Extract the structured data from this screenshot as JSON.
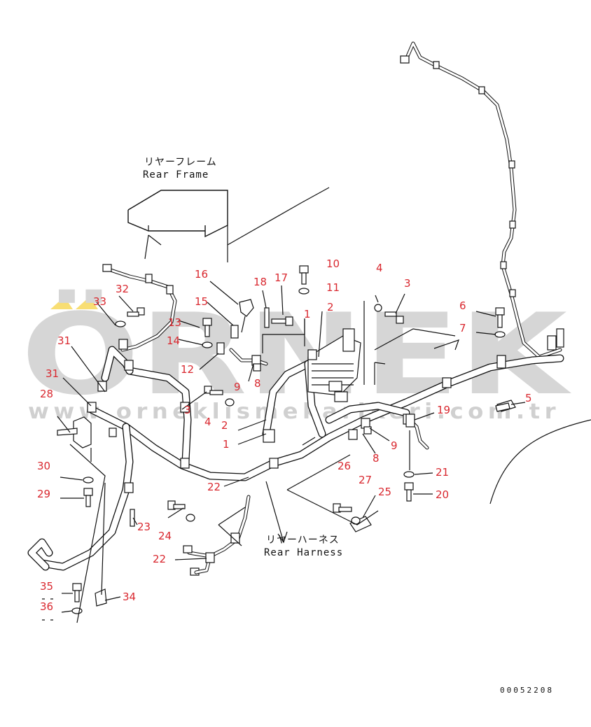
{
  "labels": {
    "rear_frame_jp": "リヤーフレーム",
    "rear_frame_en": "Rear Frame",
    "rear_harness_jp": "リヤーハーネス",
    "rear_harness_en": "Rear Harness",
    "drawing_code": "00052208"
  },
  "watermark": {
    "brand": "ÖRNEK",
    "url": "www.orneklismekarikeri.com.tr"
  },
  "callouts": [
    {
      "id": "c1",
      "text": "1"
    },
    {
      "id": "c1b",
      "text": "1"
    },
    {
      "id": "c2",
      "text": "2"
    },
    {
      "id": "c2b",
      "text": "2"
    },
    {
      "id": "c3",
      "text": "3"
    },
    {
      "id": "c3b",
      "text": "3"
    },
    {
      "id": "c4",
      "text": "4"
    },
    {
      "id": "c4b",
      "text": "4"
    },
    {
      "id": "c5",
      "text": "5"
    },
    {
      "id": "c6",
      "text": "6"
    },
    {
      "id": "c7",
      "text": "7"
    },
    {
      "id": "c8",
      "text": "8"
    },
    {
      "id": "c8b",
      "text": "8"
    },
    {
      "id": "c9",
      "text": "9"
    },
    {
      "id": "c9b",
      "text": "9"
    },
    {
      "id": "c10",
      "text": "10"
    },
    {
      "id": "c11",
      "text": "11"
    },
    {
      "id": "c12",
      "text": "12"
    },
    {
      "id": "c13",
      "text": "13"
    },
    {
      "id": "c14",
      "text": "14"
    },
    {
      "id": "c15",
      "text": "15"
    },
    {
      "id": "c16",
      "text": "16"
    },
    {
      "id": "c17",
      "text": "17"
    },
    {
      "id": "c18",
      "text": "18"
    },
    {
      "id": "c19",
      "text": "19"
    },
    {
      "id": "c20",
      "text": "20"
    },
    {
      "id": "c21",
      "text": "21"
    },
    {
      "id": "c22",
      "text": "22"
    },
    {
      "id": "c22b",
      "text": "22"
    },
    {
      "id": "c23",
      "text": "23"
    },
    {
      "id": "c24",
      "text": "24"
    },
    {
      "id": "c25",
      "text": "25"
    },
    {
      "id": "c26",
      "text": "26"
    },
    {
      "id": "c27",
      "text": "27"
    },
    {
      "id": "c28",
      "text": "28"
    },
    {
      "id": "c29",
      "text": "29"
    },
    {
      "id": "c30",
      "text": "30"
    },
    {
      "id": "c31",
      "text": "31"
    },
    {
      "id": "c31b",
      "text": "31"
    },
    {
      "id": "c32",
      "text": "32"
    },
    {
      "id": "c33",
      "text": "33"
    },
    {
      "id": "c34",
      "text": "34"
    },
    {
      "id": "c35",
      "text": "35"
    },
    {
      "id": "c36",
      "text": "36"
    }
  ],
  "colors": {
    "callout": "#d9282f",
    "line": "#111111",
    "watermark": "#d6d6d6",
    "watermark_accent": "#f2c200"
  }
}
